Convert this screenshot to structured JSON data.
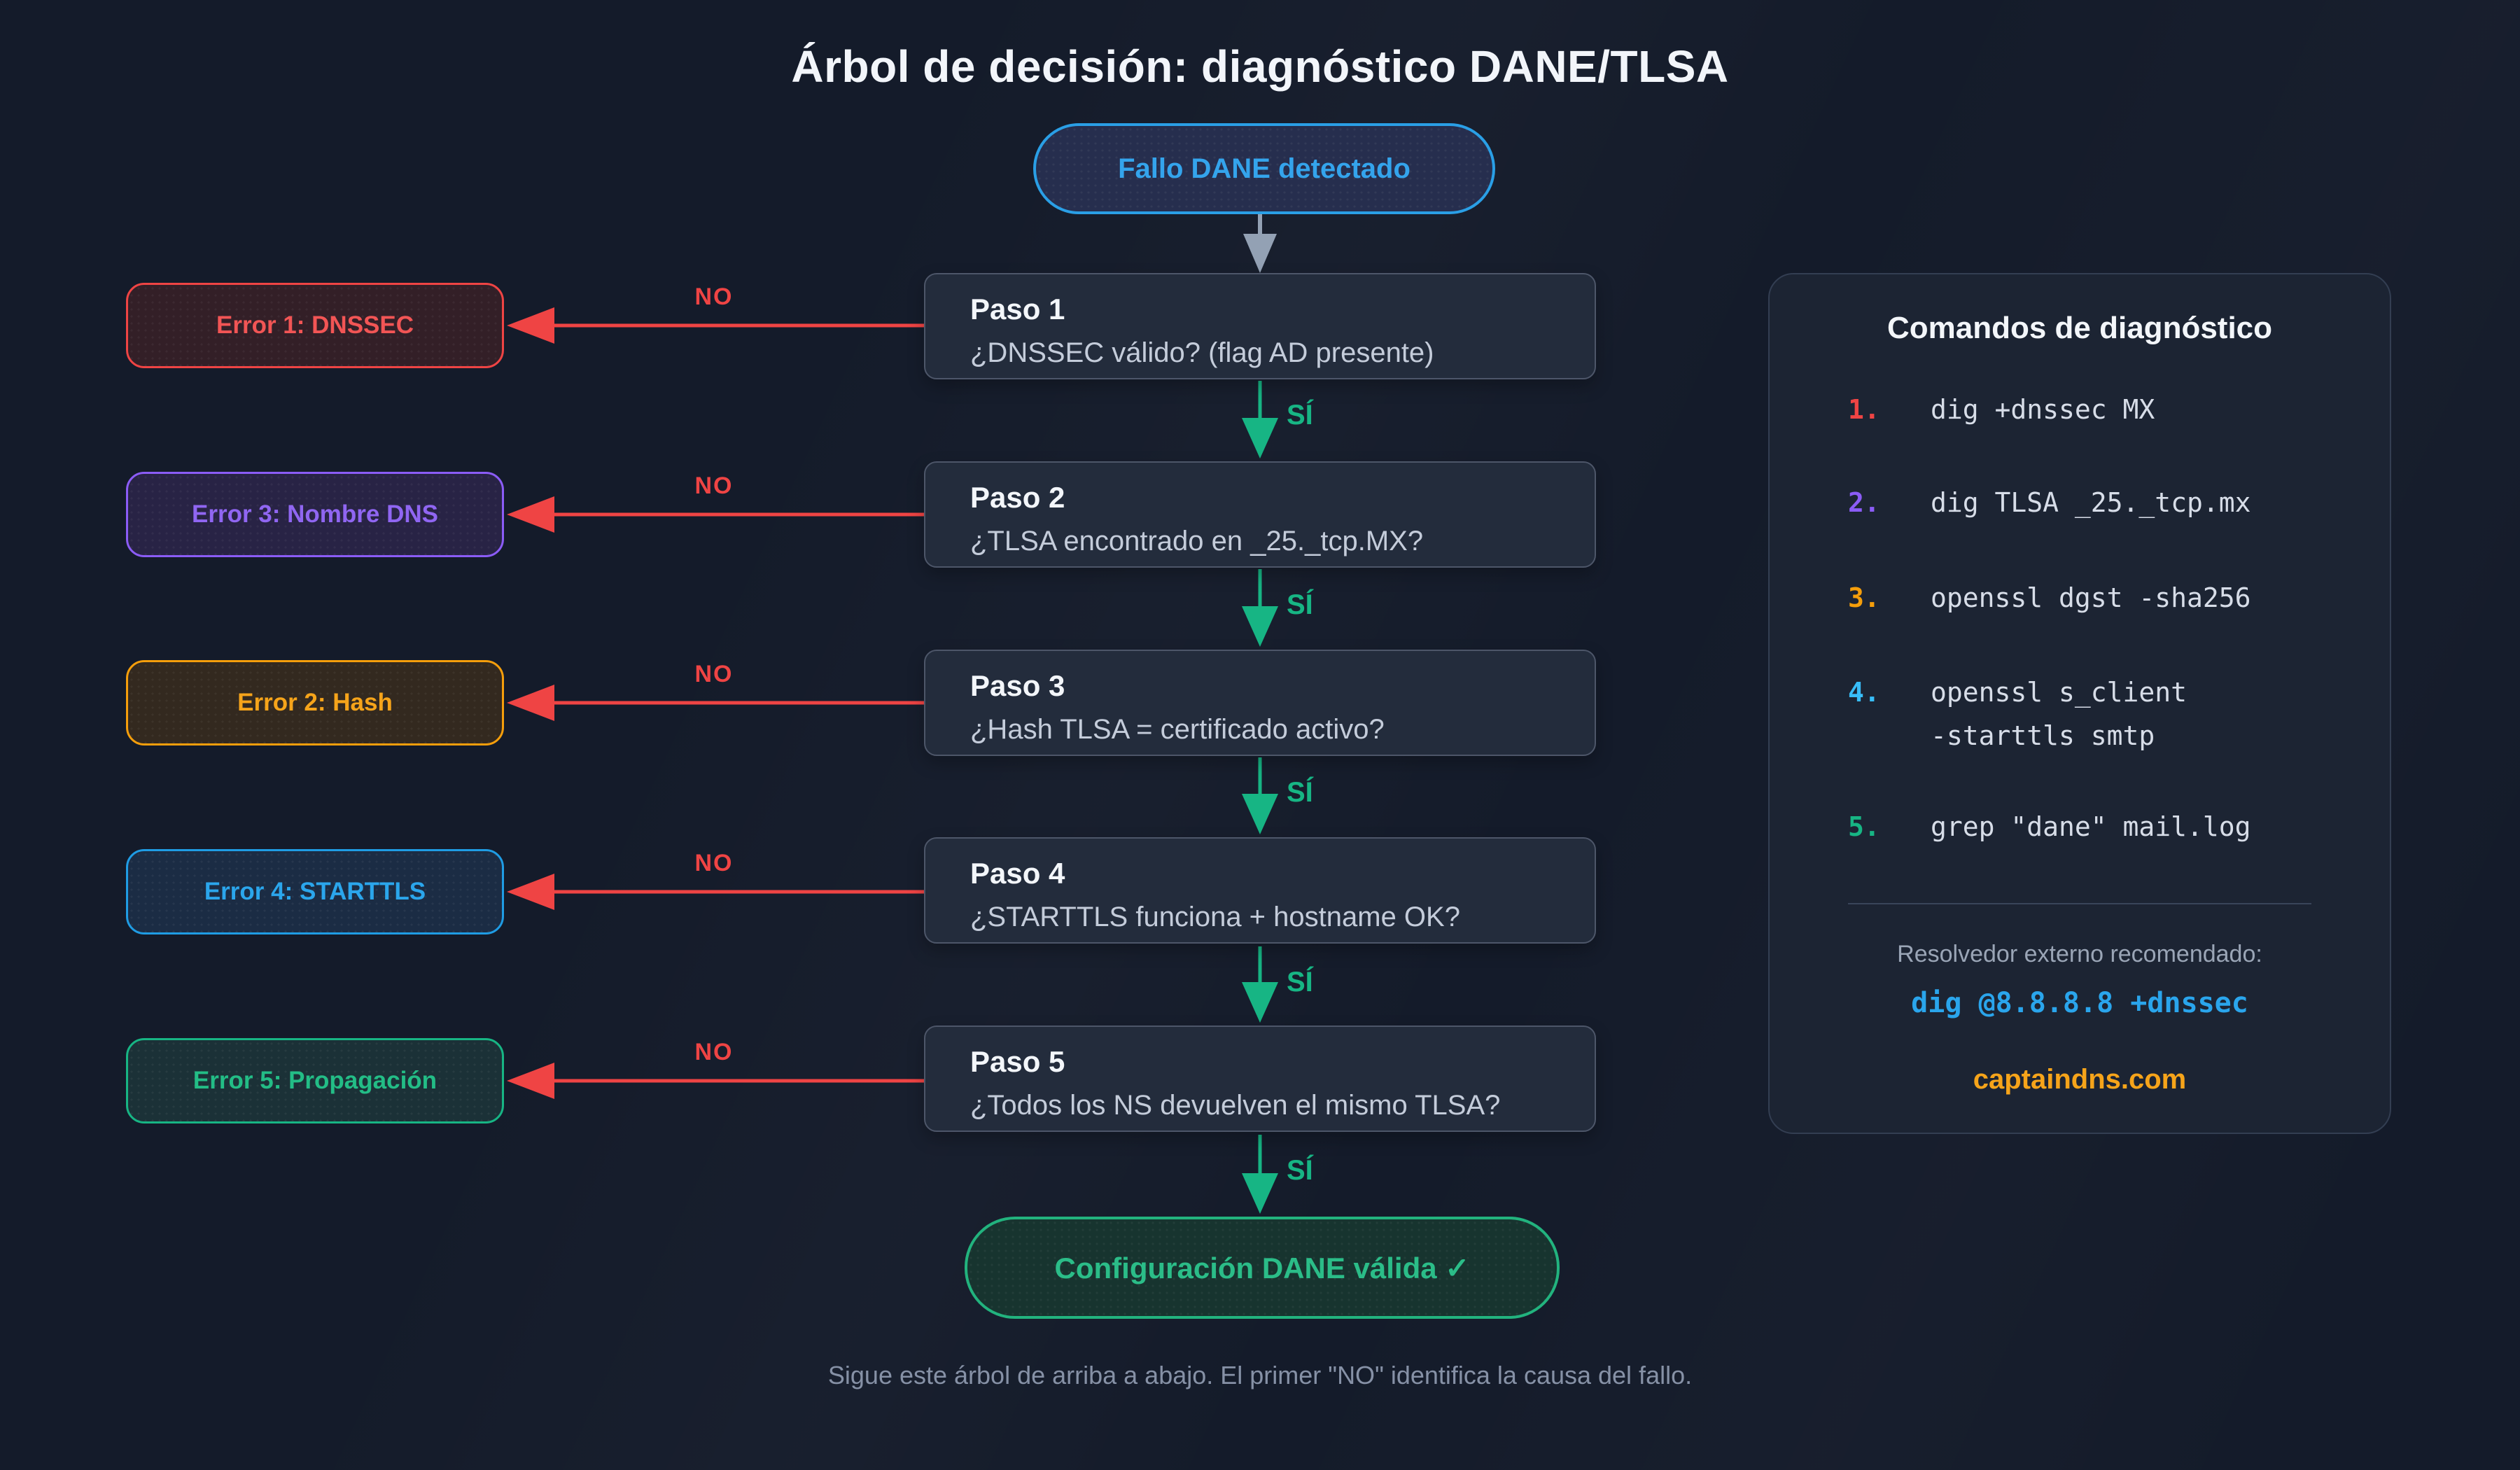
{
  "title": "Árbol de decisión: diagnóstico DANE/TLSA",
  "start": {
    "label": "Fallo DANE detectado"
  },
  "steps": [
    {
      "title": "Paso 1",
      "question": "¿DNSSEC válido? (flag AD presente)",
      "no": "NO",
      "yes": "SÍ",
      "error": "Error 1: DNSSEC",
      "error_color": "#ef4444"
    },
    {
      "title": "Paso 2",
      "question": "¿TLSA encontrado en _25._tcp.MX?",
      "no": "NO",
      "yes": "SÍ",
      "error": "Error 3: Nombre DNS",
      "error_color": "#8b5cf6"
    },
    {
      "title": "Paso 3",
      "question": "¿Hash TLSA = certificado activo?",
      "no": "NO",
      "yes": "SÍ",
      "error": "Error 2: Hash",
      "error_color": "#f59e0b"
    },
    {
      "title": "Paso 4",
      "question": "¿STARTTLS funciona + hostname OK?",
      "no": "NO",
      "yes": "SÍ",
      "error": "Error 4: STARTTLS",
      "error_color": "#1f9ce4"
    },
    {
      "title": "Paso 5",
      "question": "¿Todos los NS devuelven el mismo TLSA?",
      "no": "NO",
      "yes": "SÍ",
      "error": "Error 5: Propagación",
      "error_color": "#17b584"
    }
  ],
  "success": {
    "label": "Configuración DANE válida ✓"
  },
  "footer": "Sigue este árbol de arriba a abajo. El primer \"NO\" identifica la causa del fallo.",
  "panel": {
    "title": "Comandos de diagnóstico",
    "commands": [
      {
        "num": "1.",
        "text": "dig +dnssec MX",
        "color": "#ef4444"
      },
      {
        "num": "2.",
        "text": "dig TLSA _25._tcp.mx",
        "color": "#8b5cf6"
      },
      {
        "num": "3.",
        "text": "openssl dgst -sha256",
        "color": "#f59e0b"
      },
      {
        "num": "4.",
        "text": "openssl s_client\n-starttls smtp",
        "color": "#38bdf8"
      },
      {
        "num": "5.",
        "text": "grep \"dane\" mail.log",
        "color": "#17b584"
      }
    ],
    "resolver_label": "Resolvedor externo recomendado:",
    "resolver_command": "dig @8.8.8.8 +dnssec",
    "site": "captaindns.com"
  },
  "colors": {
    "background": "#141b2a",
    "node_fill": "#232c3c",
    "start_accent": "#2a9fe6",
    "success_accent": "#22b37e",
    "no_arrow": "#ef4444",
    "yes_arrow": "#17b584",
    "link_orange": "#f6a41a",
    "command_blue": "#2aa5ec"
  }
}
